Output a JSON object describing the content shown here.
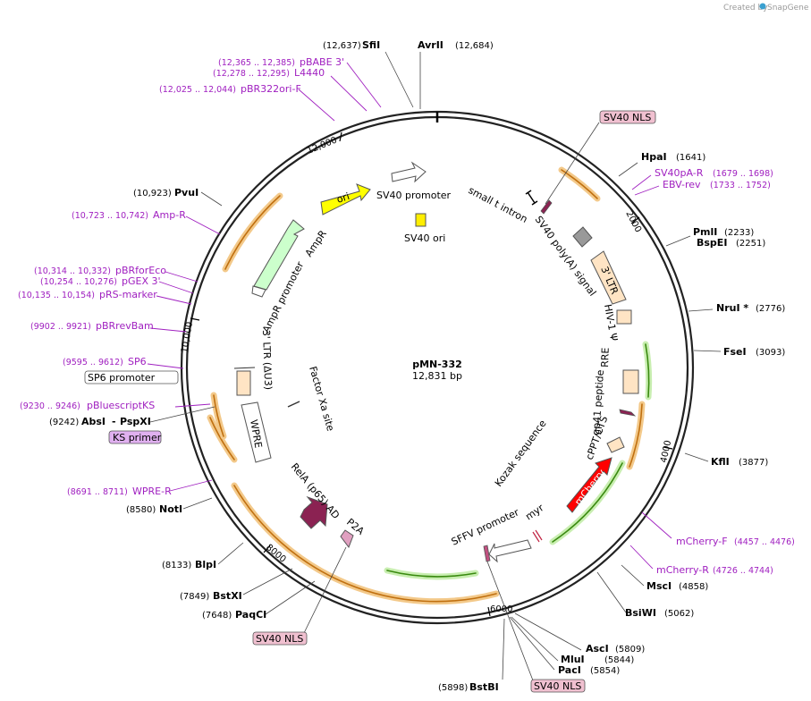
{
  "brand": {
    "prefix": "Created by",
    "name": "SnapGene"
  },
  "plasmid": {
    "name": "pMN-332",
    "size": "12,831 bp"
  },
  "ticks": [
    "12,000",
    "2000",
    "4000",
    "6000",
    "8000",
    "10,000"
  ],
  "sites": [
    {
      "name": "SfiI",
      "pos": "(12,637)"
    },
    {
      "name": "AvrII",
      "pos": "(12,684)"
    },
    {
      "name": "HpaI",
      "pos": "(1641)"
    },
    {
      "name": "PmlI",
      "pos": "(2233)"
    },
    {
      "name": "BspEI",
      "pos": "(2251)"
    },
    {
      "name": "NruI *",
      "pos": "(2776)"
    },
    {
      "name": "FseI",
      "pos": "(3093)"
    },
    {
      "name": "KflI",
      "pos": "(3877)"
    },
    {
      "name": "MscI",
      "pos": "(4858)"
    },
    {
      "name": "BsiWI",
      "pos": "(5062)"
    },
    {
      "name": "AscI",
      "pos": "(5809)"
    },
    {
      "name": "MluI",
      "pos": "(5844)"
    },
    {
      "name": "PacI",
      "pos": "(5854)"
    },
    {
      "name": "BstBI",
      "pos": "(5898)"
    },
    {
      "name": "PaqCI",
      "pos": "(7648)"
    },
    {
      "name": "BstXI",
      "pos": "(7849)"
    },
    {
      "name": "BlpI",
      "pos": "(8133)"
    },
    {
      "name": "NotI",
      "pos": "(8580)"
    },
    {
      "name": "AbsI",
      "name2": "PspXI",
      "pos": "(9242)"
    },
    {
      "name": "PvuI",
      "pos": "(10,923)"
    }
  ],
  "primers": [
    {
      "name": "pBABE 3'",
      "range": "(12,365 .. 12,385)"
    },
    {
      "name": "L4440",
      "range": "(12,278 .. 12,295)"
    },
    {
      "name": "pBR322ori-F",
      "range": "(12,025 .. 12,044)"
    },
    {
      "name": "SV40pA-R",
      "range": "(1679 .. 1698)"
    },
    {
      "name": "EBV-rev",
      "range": "(1733 .. 1752)"
    },
    {
      "name": "Amp-R",
      "range": "(10,723 .. 10,742)"
    },
    {
      "name": "pBRforEco",
      "range": "(10,314 .. 10,332)"
    },
    {
      "name": "pGEX 3'",
      "range": "(10,254 .. 10,276)"
    },
    {
      "name": "pRS-marker",
      "range": "(10,135 .. 10,154)"
    },
    {
      "name": "pBRrevBam",
      "range": "(9902 .. 9921)"
    },
    {
      "name": "SP6",
      "range": "(9595 .. 9612)"
    },
    {
      "name": "pBluescriptKS",
      "range": "(9230 .. 9246)"
    },
    {
      "name": "WPRE-R",
      "range": "(8691 .. 8711)"
    },
    {
      "name": "mCherry-F",
      "range": "(4457 .. 4476)"
    },
    {
      "name": "mCherry-R",
      "range": "(4726 .. 4744)"
    }
  ],
  "boxed_labels": [
    "SV40 NLS",
    "SP6 promoter",
    "KS primer",
    "SV40 NLS",
    "SV40 NLS"
  ],
  "features": {
    "ori": "ori",
    "ampr": "AmpR",
    "ampr_promoter": "AmpR promoter",
    "sv40_promoter": "SV40 promoter",
    "sv40_ori": "SV40 ori",
    "small_t_intron": "small t intron",
    "sv40_polya": "SV40 poly(A) signal",
    "ltr3": "3' LTR",
    "hiv_psi": "HIV-1 Ψ",
    "rre": "RRE",
    "gp41": "gp41 peptide",
    "cppt": "cPPT/CTS",
    "mcherry": "mCherry",
    "myr": "myr",
    "kozak": "Kozak sequence",
    "sffv": "SFFV promoter",
    "p2a": "P2A",
    "rela": "RelA (p65) AD",
    "factor_xa": "Factor Xa site",
    "ltr_du3": "3' LTR (ΔU3)",
    "wpre": "WPRE"
  },
  "colors": {
    "primer": "#a020c0",
    "ori_fill": "#ffff00",
    "ampr_fill": "#ccffcc",
    "mcherry_fill": "#ff0000",
    "rela_fill": "#8b2252",
    "orange_arc": "#f0a030",
    "green_arc": "#5ab030"
  }
}
